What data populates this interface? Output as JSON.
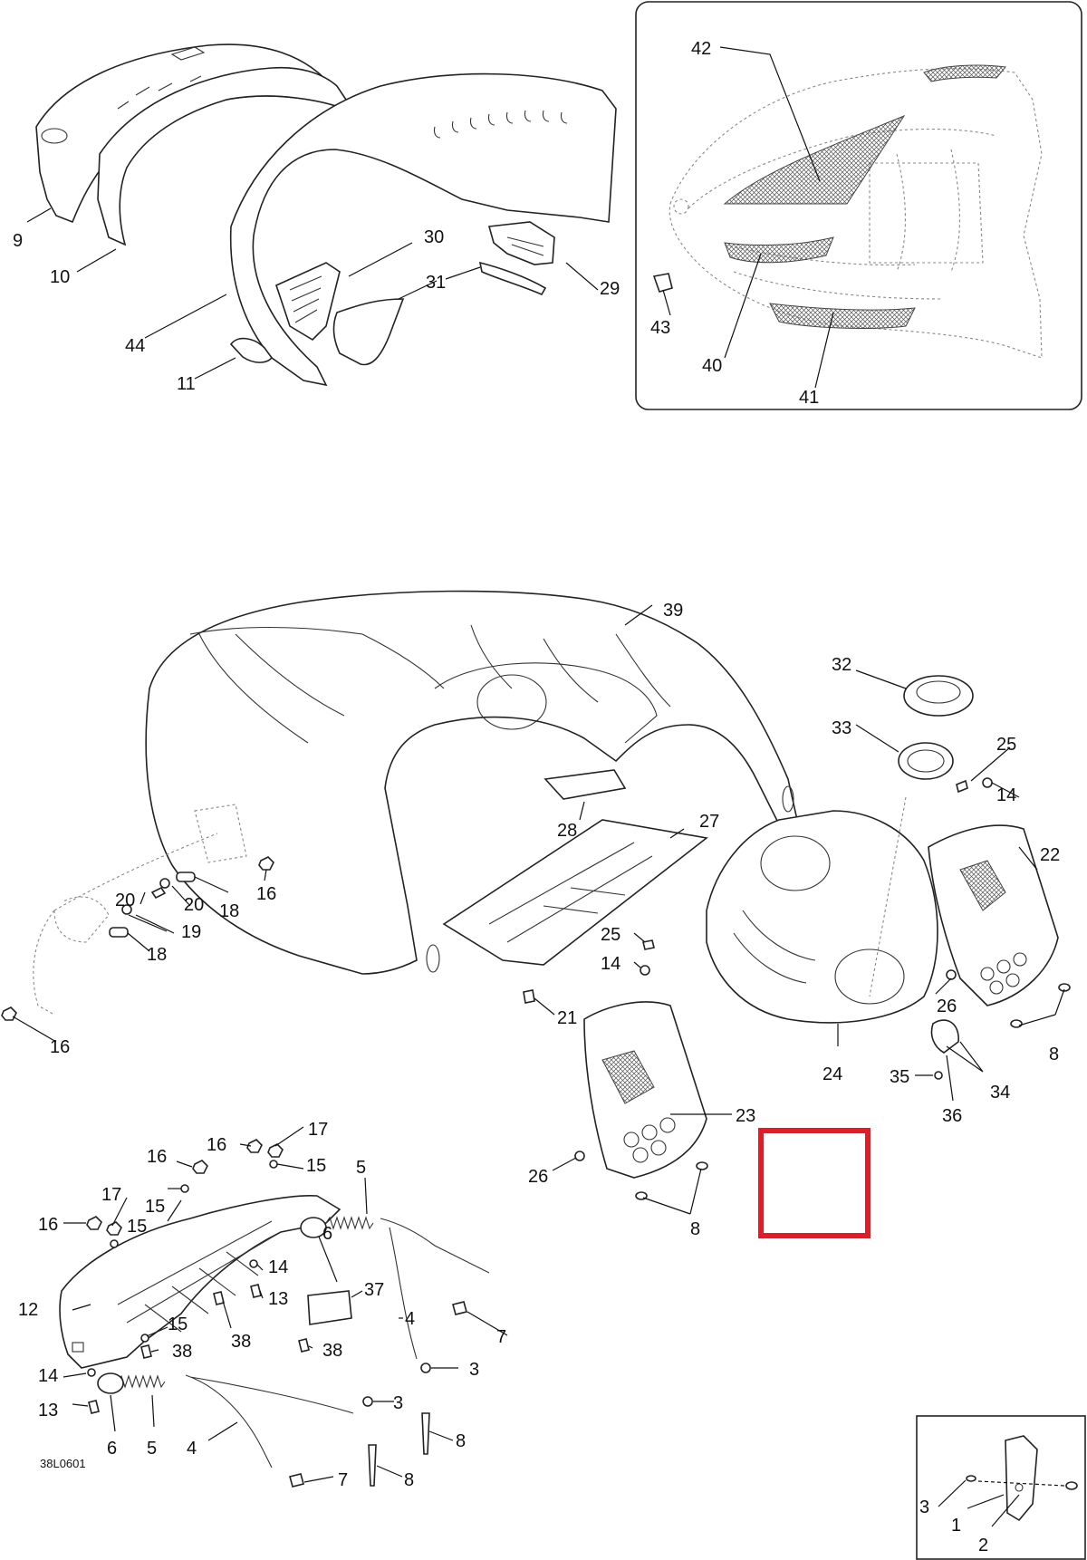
{
  "diagram": {
    "drawing_code": "38L0601",
    "accent_color": "#d9202a",
    "callouts": [
      {
        "id": "c9",
        "label": "9"
      },
      {
        "id": "c10",
        "label": "10"
      },
      {
        "id": "c44",
        "label": "44"
      },
      {
        "id": "c11",
        "label": "11"
      },
      {
        "id": "c30",
        "label": "30"
      },
      {
        "id": "c31",
        "label": "31"
      },
      {
        "id": "c29",
        "label": "29"
      },
      {
        "id": "c42",
        "label": "42"
      },
      {
        "id": "c43",
        "label": "43"
      },
      {
        "id": "c40",
        "label": "40"
      },
      {
        "id": "c41",
        "label": "41"
      },
      {
        "id": "c39",
        "label": "39"
      },
      {
        "id": "c32",
        "label": "32"
      },
      {
        "id": "c33",
        "label": "33"
      },
      {
        "id": "c25a",
        "label": "25"
      },
      {
        "id": "c14a",
        "label": "14"
      },
      {
        "id": "c22",
        "label": "22"
      },
      {
        "id": "c28",
        "label": "28"
      },
      {
        "id": "c27",
        "label": "27"
      },
      {
        "id": "c16a",
        "label": "16"
      },
      {
        "id": "c20a",
        "label": "20"
      },
      {
        "id": "c20b",
        "label": "20"
      },
      {
        "id": "c18a",
        "label": "18"
      },
      {
        "id": "c19",
        "label": "19"
      },
      {
        "id": "c18b",
        "label": "18"
      },
      {
        "id": "c16b",
        "label": "16"
      },
      {
        "id": "c25b",
        "label": "25"
      },
      {
        "id": "c14b",
        "label": "14"
      },
      {
        "id": "c21",
        "label": "21"
      },
      {
        "id": "c26a",
        "label": "26"
      },
      {
        "id": "c8a",
        "label": "8"
      },
      {
        "id": "c24",
        "label": "24"
      },
      {
        "id": "c35",
        "label": "35"
      },
      {
        "id": "c34",
        "label": "34"
      },
      {
        "id": "c36",
        "label": "36"
      },
      {
        "id": "c23",
        "label": "23"
      },
      {
        "id": "c26b",
        "label": "26"
      },
      {
        "id": "c8b",
        "label": "8"
      },
      {
        "id": "c17a",
        "label": "17"
      },
      {
        "id": "c16c",
        "label": "16"
      },
      {
        "id": "c16d",
        "label": "16"
      },
      {
        "id": "c15a",
        "label": "15"
      },
      {
        "id": "c5a",
        "label": "5"
      },
      {
        "id": "c17b",
        "label": "17"
      },
      {
        "id": "c15b",
        "label": "15"
      },
      {
        "id": "c16e",
        "label": "16"
      },
      {
        "id": "c15c",
        "label": "15"
      },
      {
        "id": "c6a",
        "label": "6"
      },
      {
        "id": "c14c",
        "label": "14"
      },
      {
        "id": "c37",
        "label": "37"
      },
      {
        "id": "c13a",
        "label": "13"
      },
      {
        "id": "c12",
        "label": "12"
      },
      {
        "id": "c15d",
        "label": "15"
      },
      {
        "id": "c4a",
        "label": "4"
      },
      {
        "id": "c38a",
        "label": "38"
      },
      {
        "id": "c7a",
        "label": "7"
      },
      {
        "id": "c38b",
        "label": "38"
      },
      {
        "id": "c38c",
        "label": "38"
      },
      {
        "id": "c3a",
        "label": "3"
      },
      {
        "id": "c14d",
        "label": "14"
      },
      {
        "id": "c13b",
        "label": "13"
      },
      {
        "id": "c3b",
        "label": "3"
      },
      {
        "id": "c8c",
        "label": "8"
      },
      {
        "id": "c6b",
        "label": "6"
      },
      {
        "id": "c5b",
        "label": "5"
      },
      {
        "id": "c4b",
        "label": "4"
      },
      {
        "id": "c7b",
        "label": "7"
      },
      {
        "id": "c8d",
        "label": "8"
      },
      {
        "id": "c3c",
        "label": "3"
      },
      {
        "id": "c1",
        "label": "1"
      },
      {
        "id": "c2",
        "label": "2"
      }
    ]
  }
}
